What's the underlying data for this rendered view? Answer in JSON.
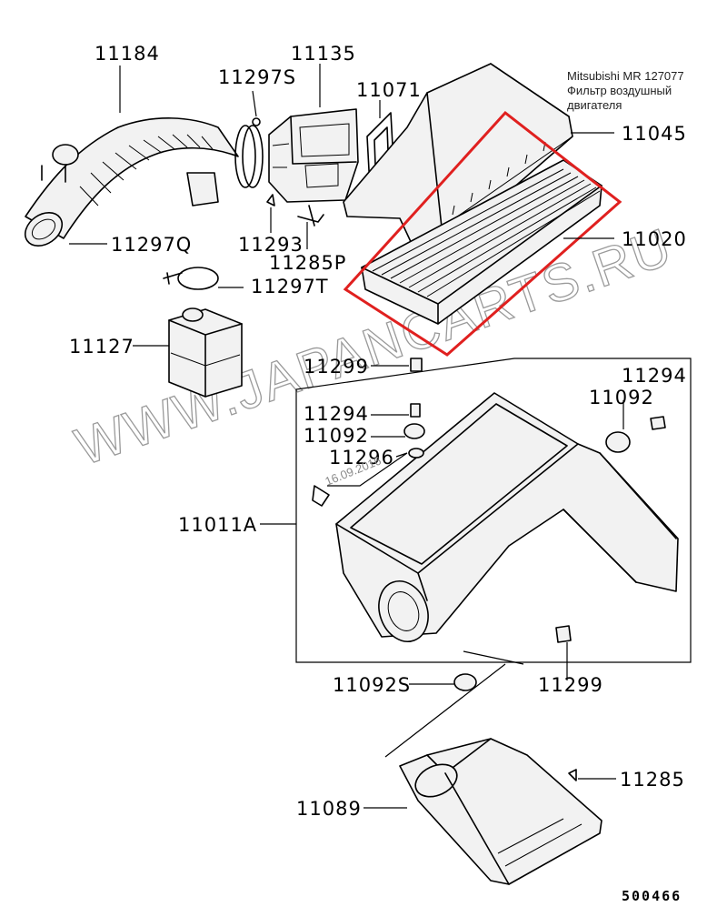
{
  "note": {
    "brand_part": "Mitsubishi MR 127077",
    "line2": "Фильтр воздушный",
    "line3": "двигателя"
  },
  "watermark": "WWW.JAPANCARTS.RU",
  "date_stamp": "16.09.2016",
  "diagram_number": "500466",
  "highlight_color": "#e0201f",
  "part_labels": {
    "p11184": "11184",
    "p11135": "11135",
    "p11297S": "11297S",
    "p11071": "11071",
    "p11045": "11045",
    "p11020": "11020",
    "p11297Q": "11297Q",
    "p11293": "11293",
    "p11285P": "11285P",
    "p11297T": "11297T",
    "p11127": "11127",
    "p11299_top": "11299",
    "p11294_left": "11294",
    "p11092_left": "11092",
    "p11296": "11296",
    "p11294_right": "11294",
    "p11092_right": "11092",
    "p11011A": "11011A",
    "p11092S": "11092S",
    "p11299_bottom": "11299",
    "p11285": "11285",
    "p11089": "11089"
  }
}
